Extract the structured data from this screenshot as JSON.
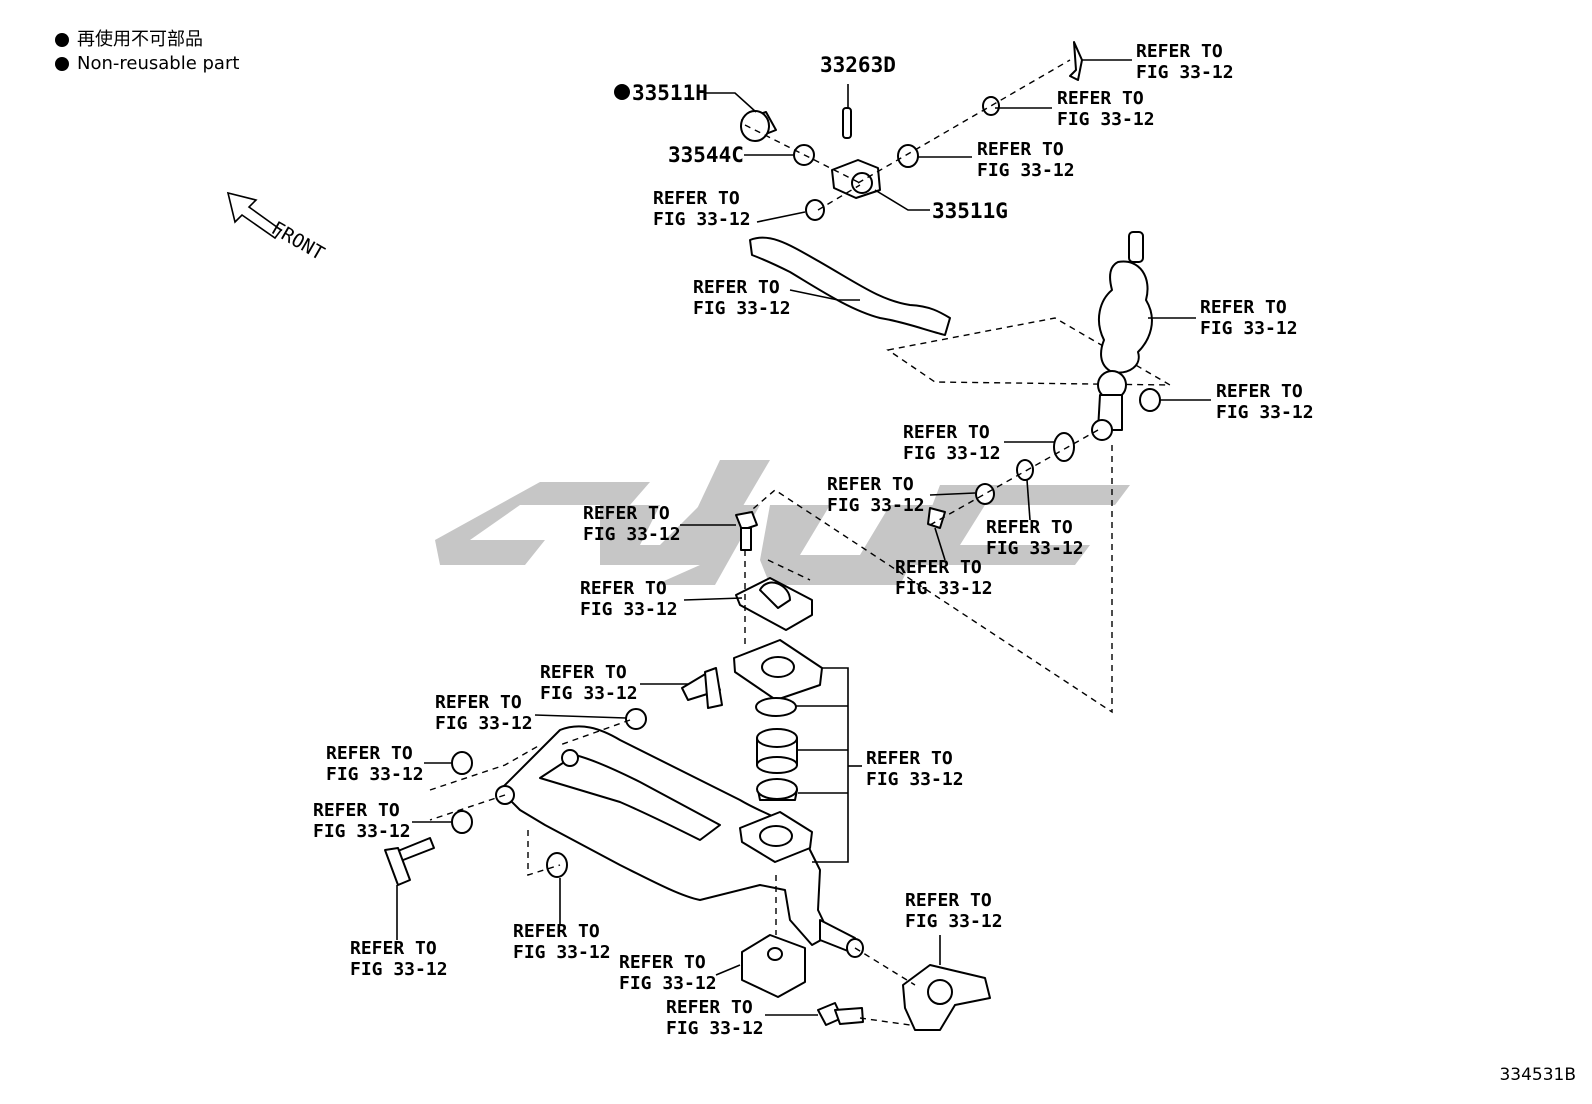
{
  "legend": {
    "line_ja": "再使用不可部品",
    "line_en": "Non-reusable part"
  },
  "figure_number": "334531B",
  "front_label": "FRONT",
  "part_numbers": {
    "p33511H": "33511H",
    "p33263D": "33263D",
    "p33544C": "33544C",
    "p33511G": "33511G"
  },
  "refer": {
    "line1": "REFER TO",
    "line2": "FIG 33-12"
  },
  "watermark": {
    "text": "csd",
    "color": "#c6c6c6"
  }
}
